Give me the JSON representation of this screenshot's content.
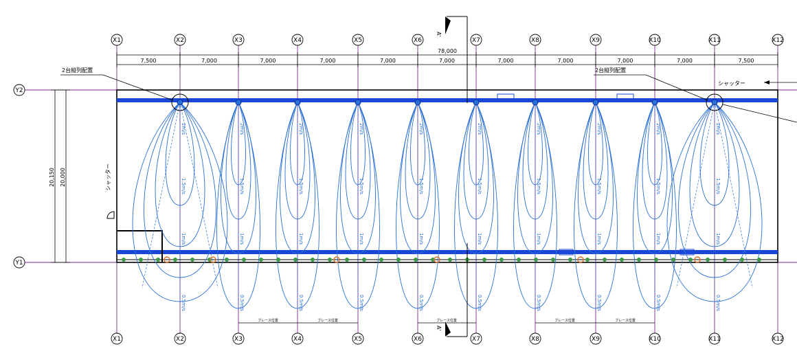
{
  "grid": {
    "columns": [
      "X1",
      "X2",
      "X3",
      "X4",
      "X5",
      "X6",
      "X7",
      "X8",
      "X9",
      "X10",
      "X11",
      "X12"
    ],
    "rows": [
      "Y2",
      "Y1"
    ]
  },
  "dimensions": {
    "total": "78,000",
    "spans": [
      "7,500",
      "7,000",
      "7,000",
      "7,000",
      "7,000",
      "7,000",
      "7,000",
      "7,000",
      "7,000",
      "7,000",
      "7,500"
    ],
    "height_outer": "20,150",
    "height_inner": "20,000"
  },
  "labels": {
    "arrangement_left": "2台縦列配置",
    "arrangement_right": "2台縦列配置",
    "shutter_right": "シャッター",
    "shutter_left": "シャッター",
    "section_top": "A'",
    "section_bottom": "A'",
    "brace_1": "ブレース位置",
    "brace_2": "ブレース位置",
    "brace_3": "ブレース位置",
    "brace_4": "ブレース位置",
    "brace_5": "ブレース位置"
  },
  "airflow": {
    "speed_labels": [
      "2m/s",
      "1.5m/s",
      "1m/s",
      "0.5m/s"
    ],
    "fan_color": "#2a6fd6",
    "grid_line_color": "#7b2d8b"
  }
}
